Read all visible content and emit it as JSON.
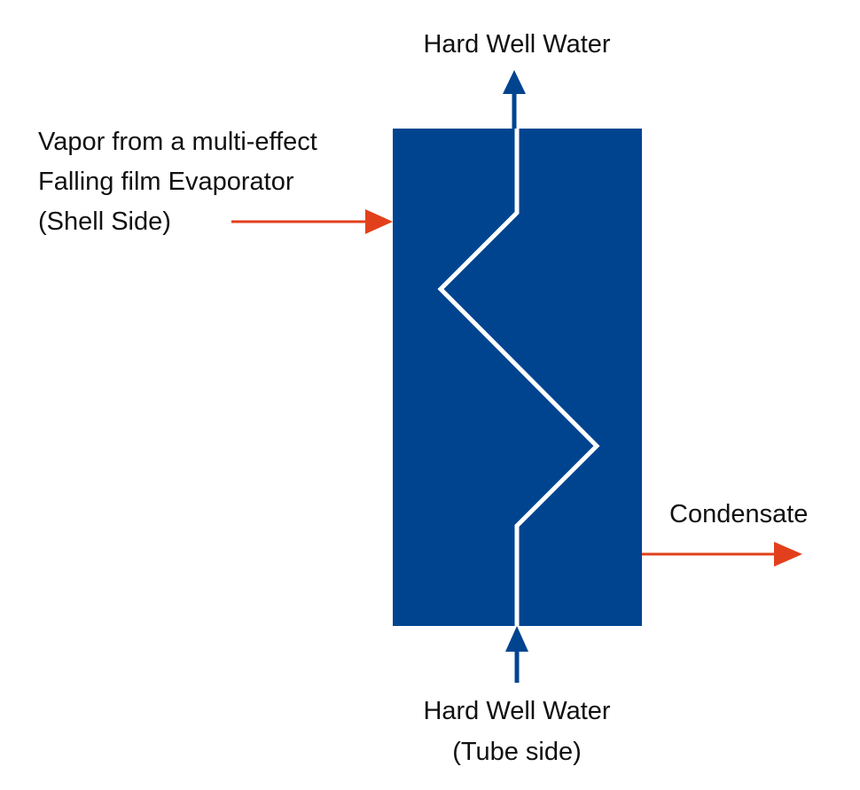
{
  "labels": {
    "top_outlet": "Hard Well Water",
    "vapor_inlet_line1": "Vapor from a multi-effect",
    "vapor_inlet_line2": "Falling film Evaporator",
    "vapor_inlet_line3": "(Shell Side)",
    "condensate_outlet": "Condensate",
    "bottom_inlet_line1": "Hard Well Water",
    "bottom_inlet_line2": "(Tube side)"
  },
  "colors": {
    "shell": "#004490",
    "tube": "#ffffff",
    "water_arrow": "#004490",
    "vapor_arrow": "#e2401c",
    "text": "#111111"
  }
}
